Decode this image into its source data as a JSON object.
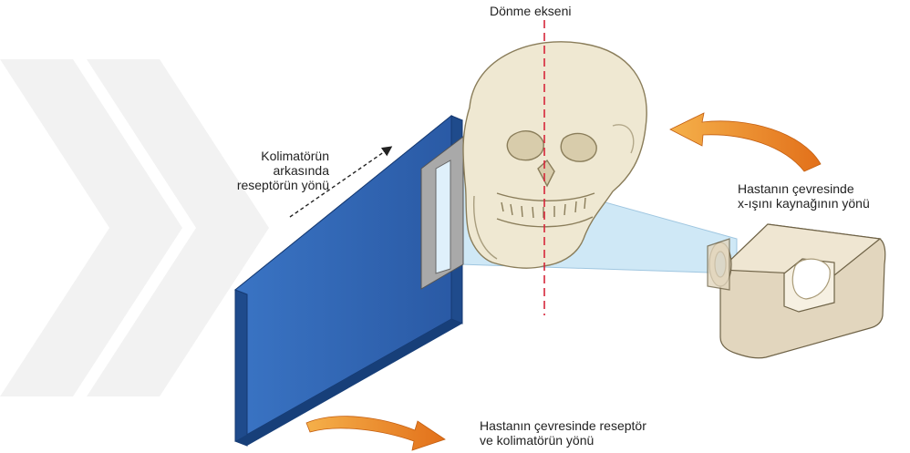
{
  "labels": {
    "rotation_axis": "Dönme ekseni",
    "receptor_behind_collimator": [
      "Kolimatörün",
      "arkasında",
      "reseptörün yönü"
    ],
    "xray_source_direction": [
      "Hastanın çevresinde",
      "x-ışını kaynağının yönü"
    ],
    "receptor_collimator_direction": [
      "Hastanın çevresinde reseptör",
      "ve kolimatörün yönü"
    ]
  },
  "colors": {
    "receptor_front": "#2f63b3",
    "receptor_side": "#1f4b8c",
    "receptor_top": "#2a5aa5",
    "collimator": "#9a9a9a",
    "beam": "#bfe0f3",
    "skull": "#efe8d2",
    "skull_outline": "#8a7d5a",
    "tube_housing": "#e2d6be",
    "arrow_orange": "#f08a20",
    "axis_red": "#d6263a",
    "watermark": "#f2f2f2"
  },
  "icons": [
    "orange-curved-arrow-icon",
    "dashed-direction-arrow-icon"
  ]
}
